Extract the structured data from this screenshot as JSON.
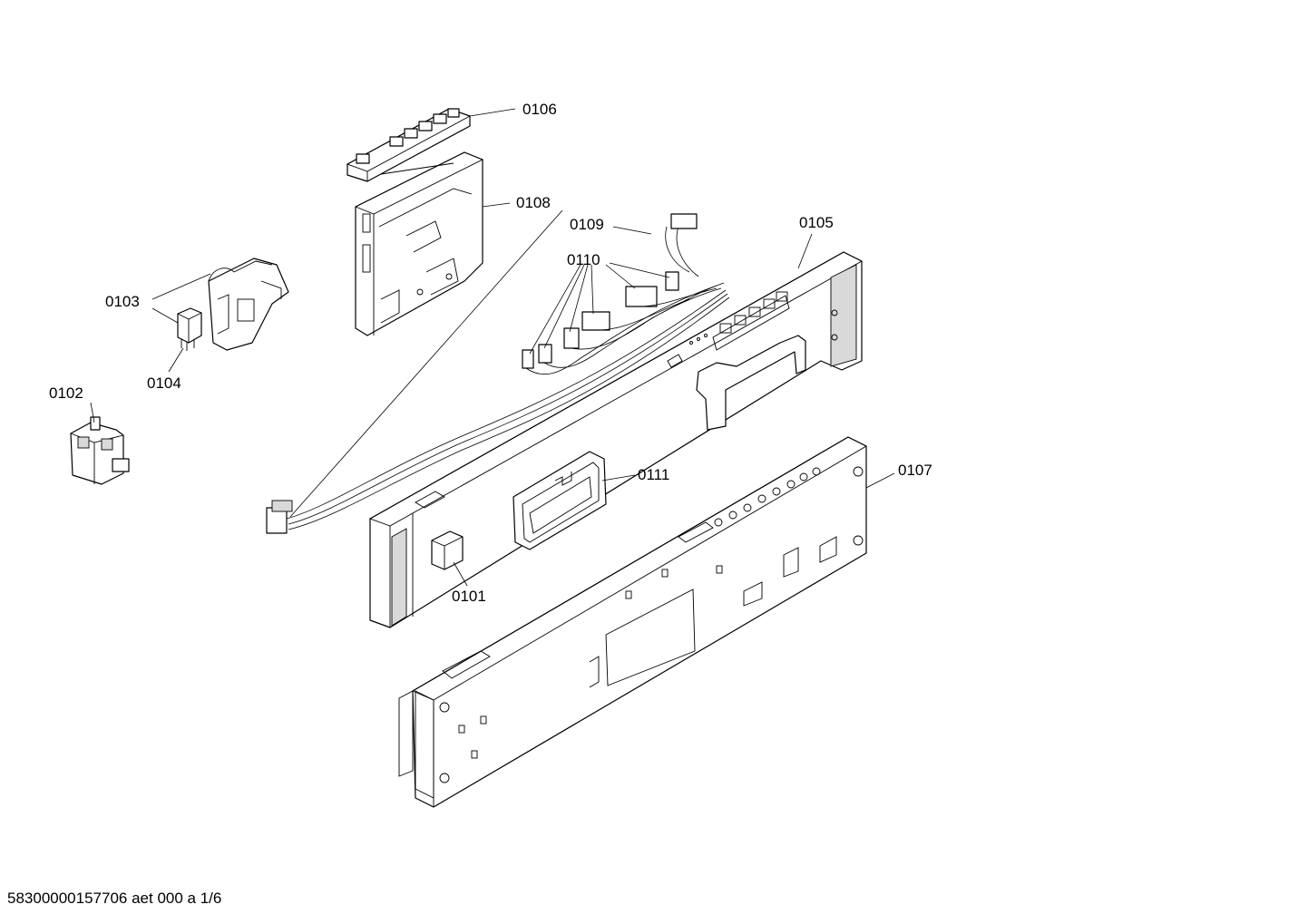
{
  "parts": {
    "p0101": "0101",
    "p0102": "0102",
    "p0103": "0103",
    "p0104": "0104",
    "p0105": "0105",
    "p0106": "0106",
    "p0107": "0107",
    "p0108": "0108",
    "p0109": "0109",
    "p0110": "0110",
    "p0111": "0111"
  },
  "footer": {
    "code": "58300000157706 aet 000 a 1/6"
  }
}
